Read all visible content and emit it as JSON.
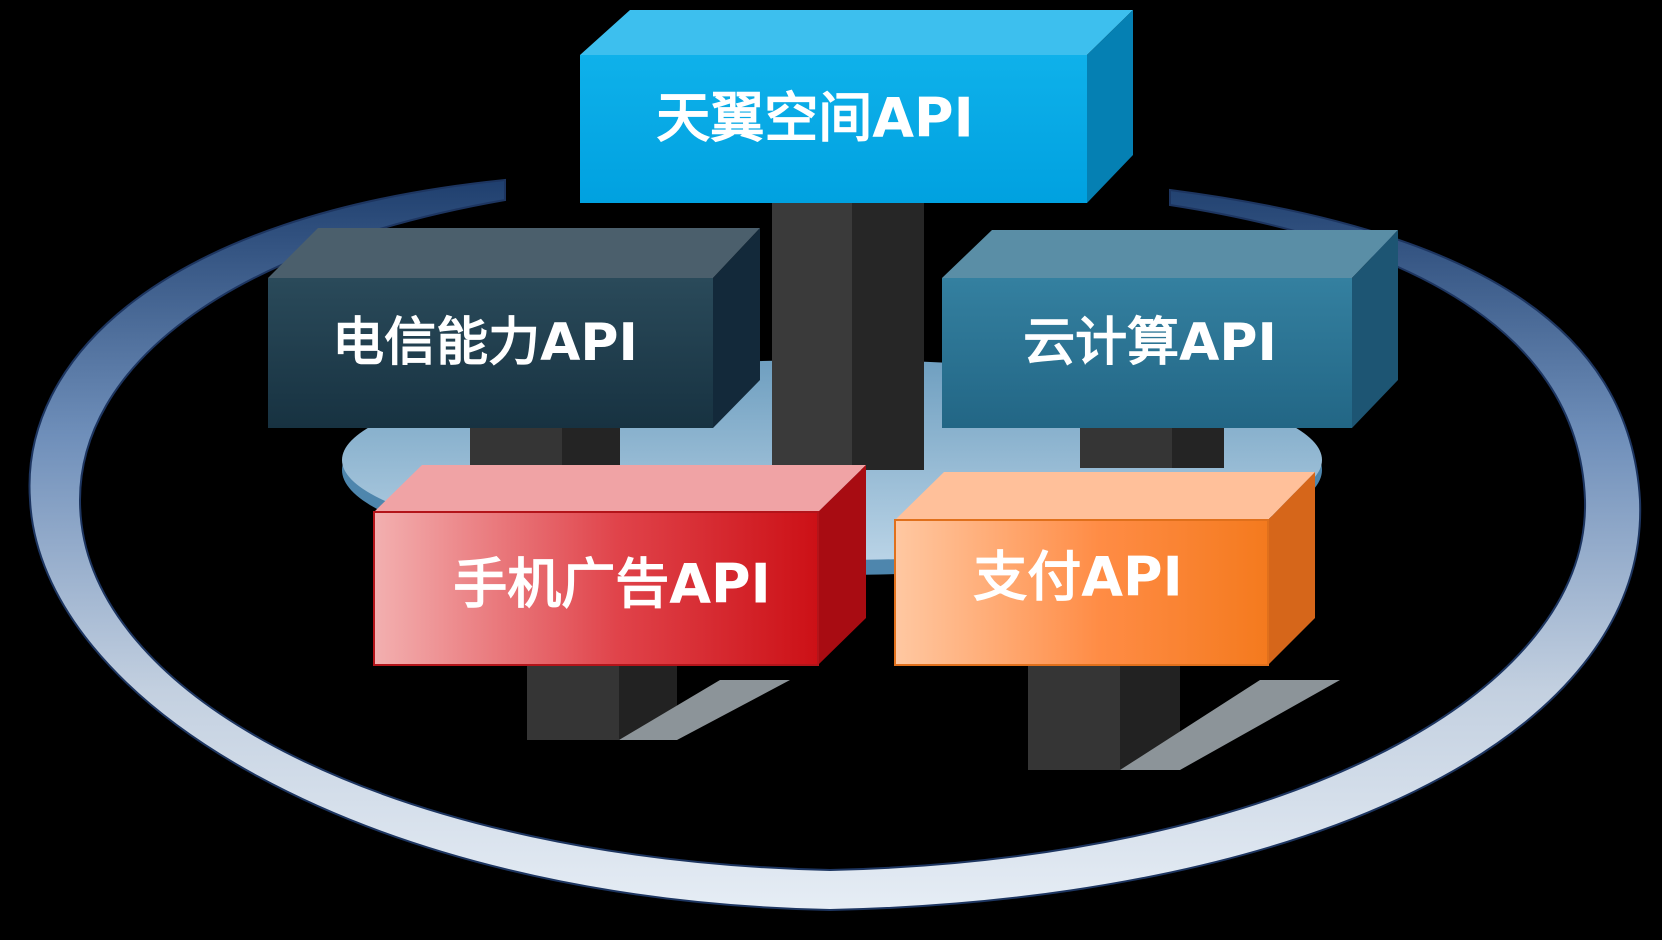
{
  "diagram": {
    "boxes": [
      {
        "id": "tianyi",
        "label": "天翼空间API",
        "color": "#00a8e6"
      },
      {
        "id": "telecom",
        "label": "电信能力API",
        "color": "#1d3a4a"
      },
      {
        "id": "cloud",
        "label": "云计算API",
        "color": "#2a7291"
      },
      {
        "id": "mobile-ads",
        "label": "手机广告API",
        "color": "#d8262e"
      },
      {
        "id": "payment",
        "label": "支付API",
        "color": "#f5841f"
      }
    ]
  }
}
